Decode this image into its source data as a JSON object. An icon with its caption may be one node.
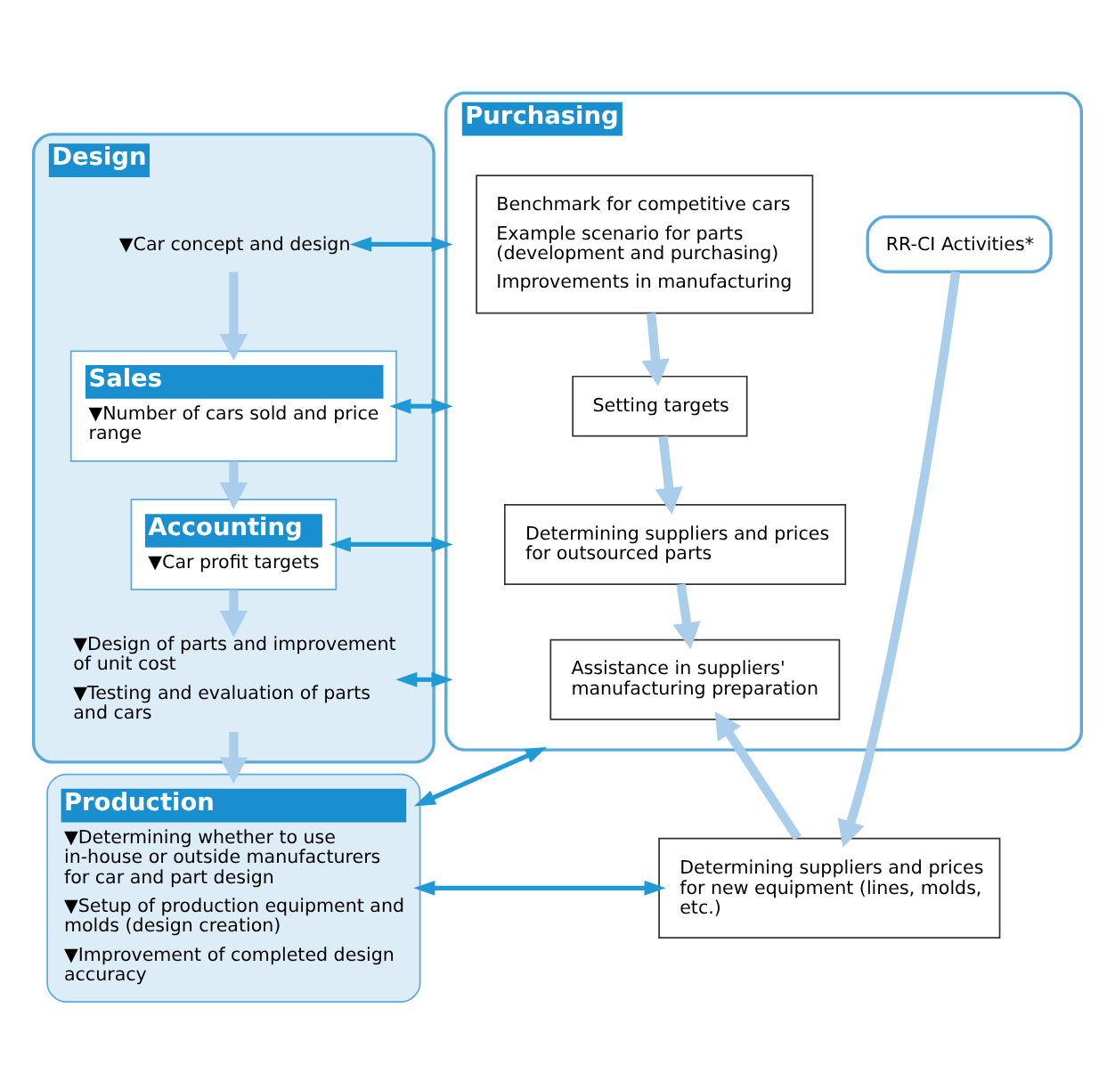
{
  "diagram": {
    "nodes": [
      {
        "text": [
          "Design"
        ]
      },
      {
        "text": [
          "▼Car concept and design"
        ],
        "in": 0
      },
      {
        "text": [
          "Sales",
          "▼Number of cars sold and price range"
        ],
        "in": 0
      },
      {
        "text": [
          "Accounting",
          "▼Car profit targets"
        ],
        "in": 0
      },
      {
        "text": [
          "▼Design of parts and improvement of unit cost",
          "▼Testing and evaluation of parts and cars"
        ],
        "in": 0
      },
      {
        "text": [
          "Production",
          "▼Determining whether to use in-house or outside manufacturers for car and part design",
          "▼Setup of production equipment and molds (design creation)",
          "▼Improvement of completed design accuracy"
        ]
      },
      {
        "text": [
          "Purchasing"
        ]
      },
      {
        "text": [
          "Benchmark for competitive cars",
          "Example scenario for parts (development and purchasing)",
          "Improvements in manufacturing"
        ],
        "in": 6
      },
      {
        "text": [
          "Setting targets"
        ],
        "in": 6
      },
      {
        "text": [
          "Determining suppliers and prices for outsourced parts"
        ],
        "in": 6
      },
      {
        "text": [
          "Assistance in suppliers' manufacturing preparation"
        ],
        "in": 6
      },
      {
        "text": [
          "RR-CI Activities*"
        ],
        "in": 6
      },
      {
        "text": [
          "Determining suppliers and prices for new equipment (lines, molds, etc.)"
        ]
      }
    ],
    "edges": [
      {
        "from": 1,
        "to": 2,
        "arrow": "to"
      },
      {
        "from": 2,
        "to": 3,
        "arrow": "to"
      },
      {
        "from": 3,
        "to": 4,
        "arrow": "to"
      },
      {
        "from": 4,
        "to": 5,
        "arrow": "to"
      },
      {
        "from": 1,
        "to": 6,
        "arrow": "both",
        "color": "#1f9ad6"
      },
      {
        "from": 2,
        "to": 6,
        "arrow": "both",
        "color": "#1f9ad6"
      },
      {
        "from": 3,
        "to": 6,
        "arrow": "both",
        "color": "#1f9ad6"
      },
      {
        "from": 4,
        "to": 6,
        "arrow": "both",
        "color": "#1f9ad6"
      },
      {
        "from": 5,
        "to": 6,
        "arrow": "both",
        "color": "#1f9ad6"
      },
      {
        "from": 5,
        "to": 12,
        "arrow": "both",
        "color": "#1f9ad6"
      },
      {
        "from": 7,
        "to": 8,
        "arrow": "to"
      },
      {
        "from": 8,
        "to": 9,
        "arrow": "to"
      },
      {
        "from": 9,
        "to": 10,
        "arrow": "to"
      },
      {
        "from": 12,
        "to": 6,
        "arrow": "to"
      },
      {
        "from": 11,
        "to": 12,
        "arrow": "to"
      }
    ]
  }
}
